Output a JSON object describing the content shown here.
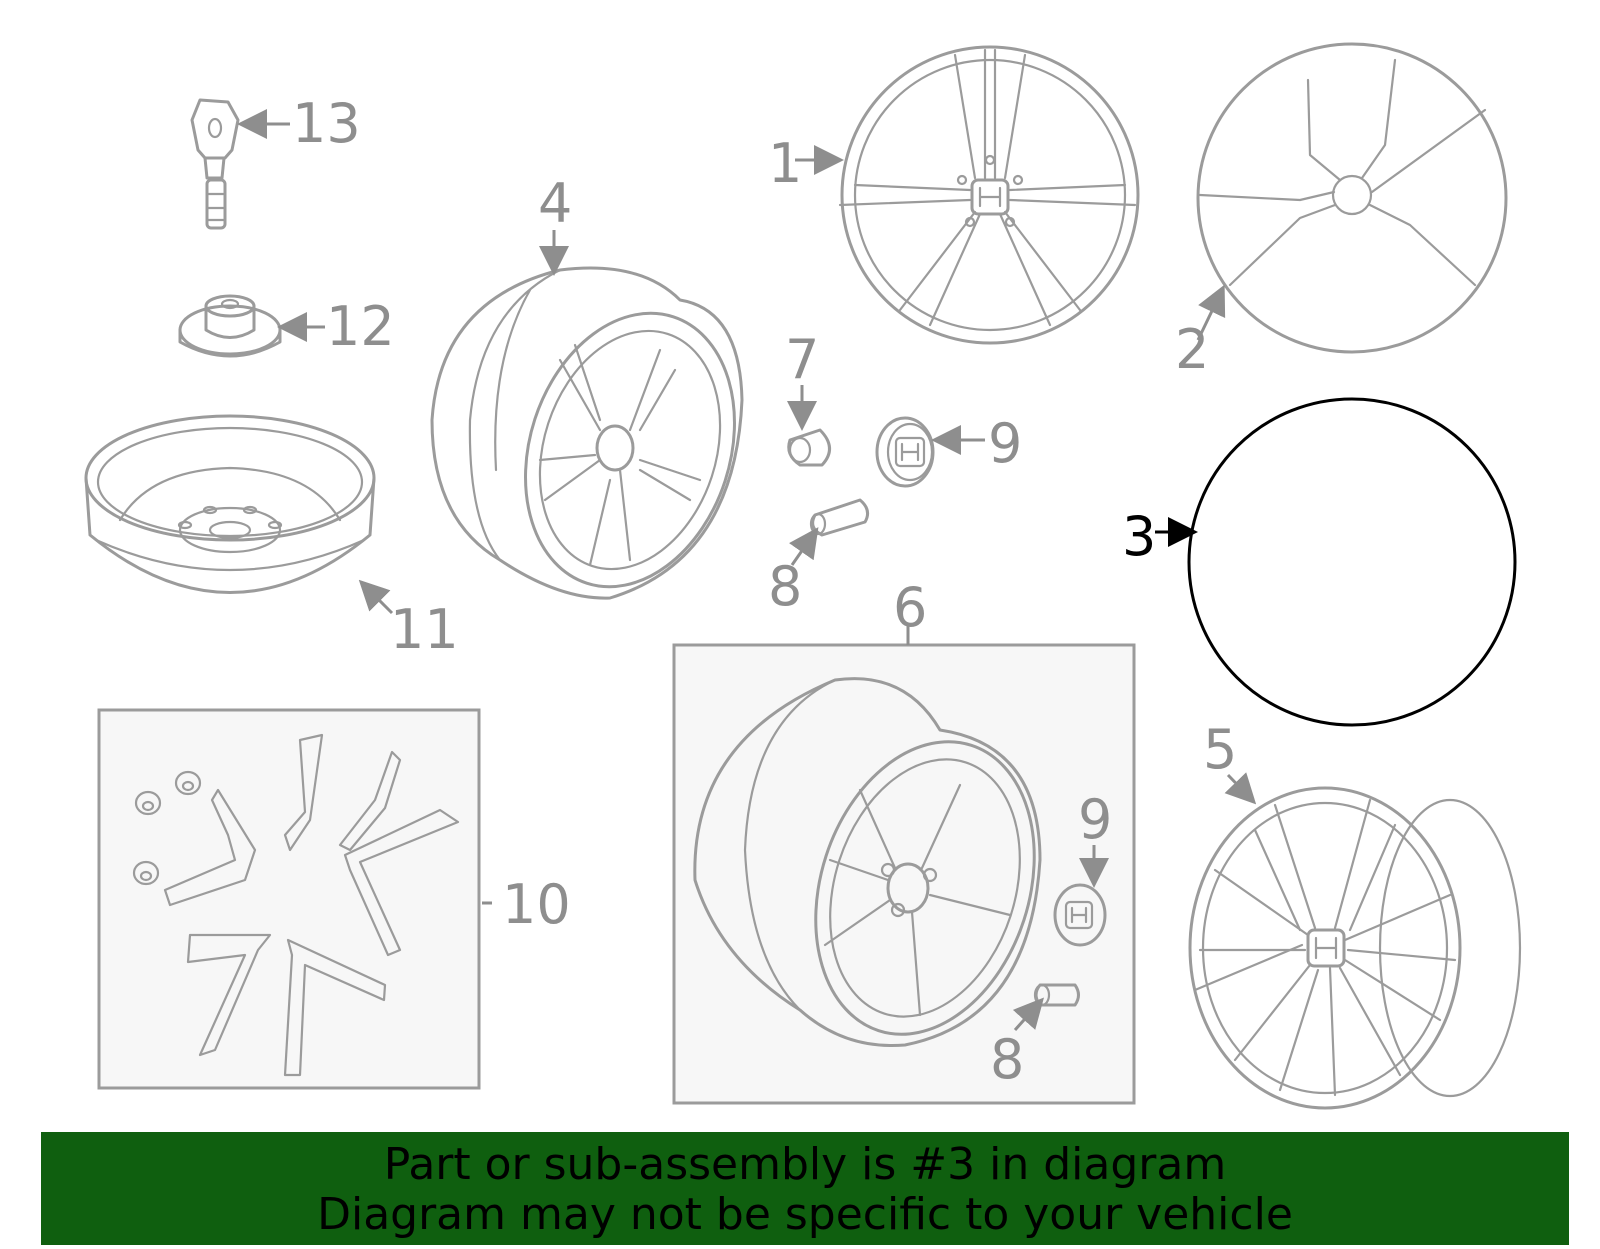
{
  "callouts": {
    "c1": "1",
    "c2": "2",
    "c3": "3",
    "c4": "4",
    "c5": "5",
    "c6": "6",
    "c7": "7",
    "c8a": "8",
    "c8b": "8",
    "c9a": "9",
    "c9b": "9",
    "c10": "10",
    "c11": "11",
    "c12": "12",
    "c13": "13"
  },
  "highlight": {
    "part_number": "3",
    "color": "#000000"
  },
  "colors": {
    "line": "#9b9b9b",
    "banner": "#0f5f0f",
    "box_fill": "#f7f7f7"
  },
  "banner": {
    "line1": "Part or sub-assembly is #3 in diagram",
    "line2": "Diagram may not be specific to your vehicle"
  }
}
